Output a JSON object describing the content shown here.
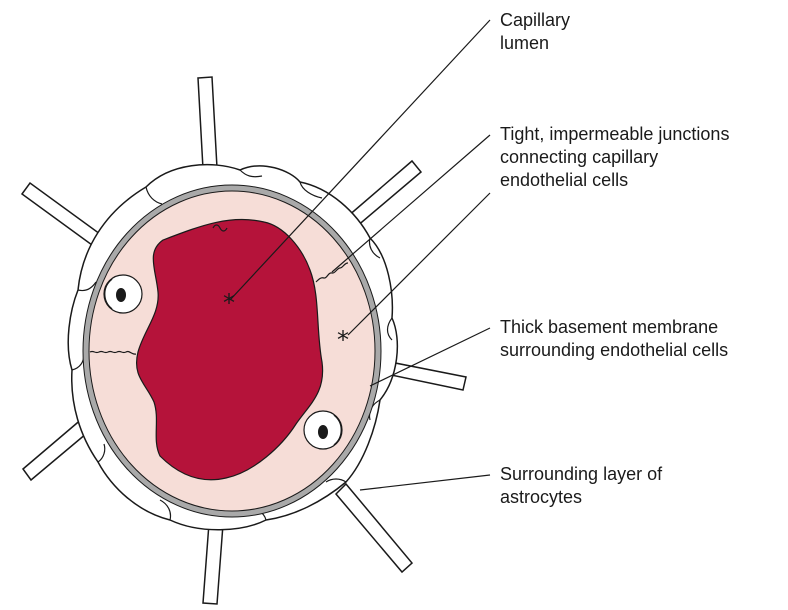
{
  "labels": {
    "capillary_lumen": [
      "Capillary",
      "lumen"
    ],
    "tight_junctions": [
      "Tight, impermeable junctions",
      "connecting capillary",
      "endothelial cells"
    ],
    "basement_membrane": [
      "Thick basement membrane",
      "surrounding endothelial cells"
    ],
    "astrocytes": [
      "Surrounding layer of",
      "astrocytes"
    ]
  },
  "colors": {
    "lumen": "#b5133a",
    "endothelium": "#f6ddd7",
    "basement_membrane": "#a9a9a9",
    "astrocyte_fill": "#ffffff",
    "outline": "#1a1a1a"
  },
  "symbols": {
    "lumen_marker": "*",
    "membrane_marker": "*"
  }
}
